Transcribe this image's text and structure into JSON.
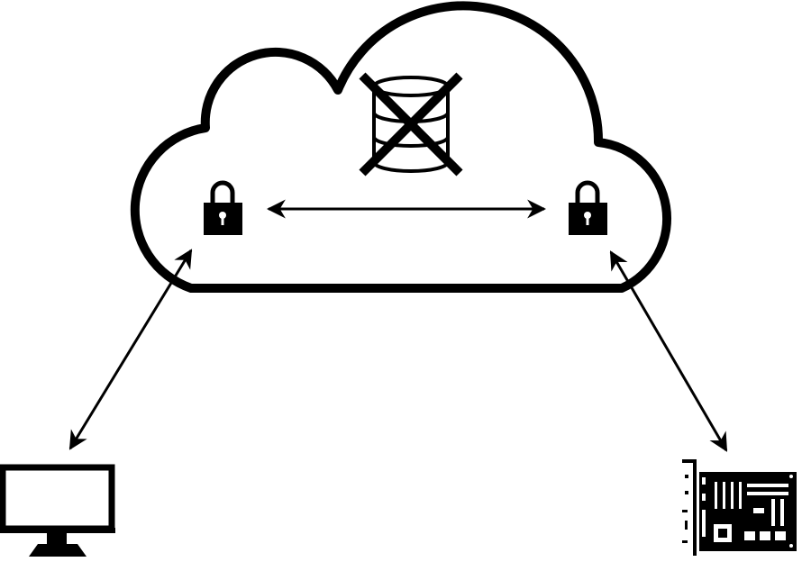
{
  "diagram": {
    "colors": {
      "stroke": "#000000",
      "background": "#ffffff"
    },
    "nodes": [
      {
        "id": "cloud",
        "icon": "cloud-icon"
      },
      {
        "id": "database",
        "icon": "database-crossed-icon"
      },
      {
        "id": "lock-left",
        "icon": "lock-icon"
      },
      {
        "id": "lock-right",
        "icon": "lock-icon"
      },
      {
        "id": "computer",
        "icon": "monitor-icon"
      },
      {
        "id": "hardware",
        "icon": "circuit-board-icon"
      }
    ],
    "edges": [
      {
        "from": "lock-left",
        "to": "lock-right",
        "direction": "both"
      },
      {
        "from": "computer",
        "to": "lock-left",
        "direction": "both"
      },
      {
        "from": "hardware",
        "to": "lock-right",
        "direction": "both"
      }
    ]
  }
}
